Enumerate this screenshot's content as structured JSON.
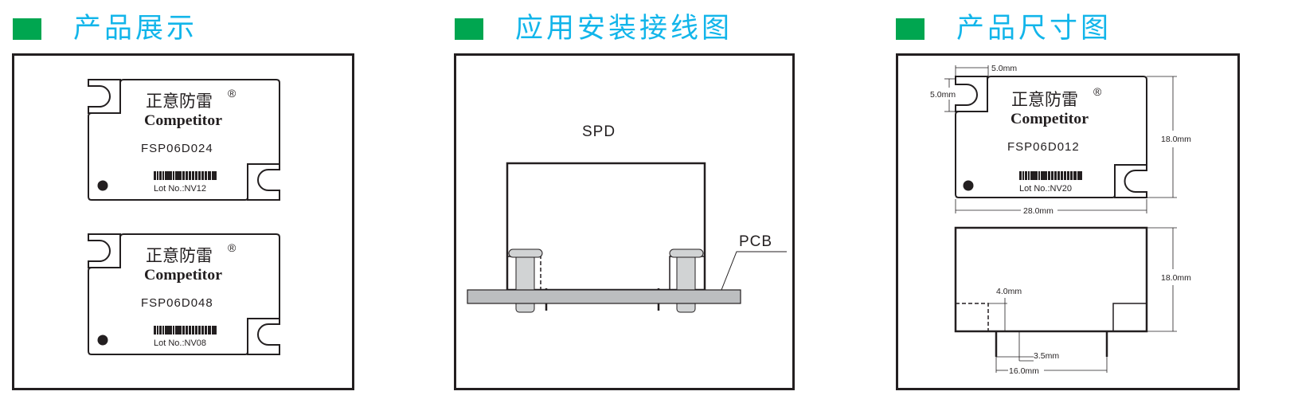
{
  "colors": {
    "accent_square": "#00a650",
    "title": "#12b5ea",
    "line": "#231f20",
    "pcb_fill": "#bcbec0",
    "pin_fill": "#d1d3d4"
  },
  "sections": [
    {
      "title": "产品展示",
      "icon": "green-square-icon"
    },
    {
      "title": "应用安装接线图",
      "icon": "green-square-icon"
    },
    {
      "title": "产品尺寸图",
      "icon": "green-square-icon"
    }
  ],
  "product_display": {
    "modules": [
      {
        "brand_cn": "正意防雷",
        "registered": "®",
        "brand_en": "Competitor",
        "model": "FSP06D024",
        "lot": "Lot No.:NV12"
      },
      {
        "brand_cn": "正意防雷",
        "registered": "®",
        "brand_en": "Competitor",
        "model": "FSP06D048",
        "lot": "Lot No.:NV08"
      }
    ]
  },
  "installation": {
    "device_label": "SPD",
    "board_label": "PCB"
  },
  "dimensions": {
    "module": {
      "brand_cn": "正意防雷",
      "registered": "®",
      "brand_en": "Competitor",
      "model": "FSP06D012",
      "lot": "Lot No.:NV20"
    },
    "top_view": {
      "notch_width": "5.0mm",
      "notch_height": "5.0mm",
      "height": "18.0mm",
      "width": "28.0mm"
    },
    "side_view": {
      "height": "18.0mm",
      "pin_offset": "4.0mm",
      "pin_length": "3.5mm",
      "pin_spacing": "16.0mm"
    }
  }
}
